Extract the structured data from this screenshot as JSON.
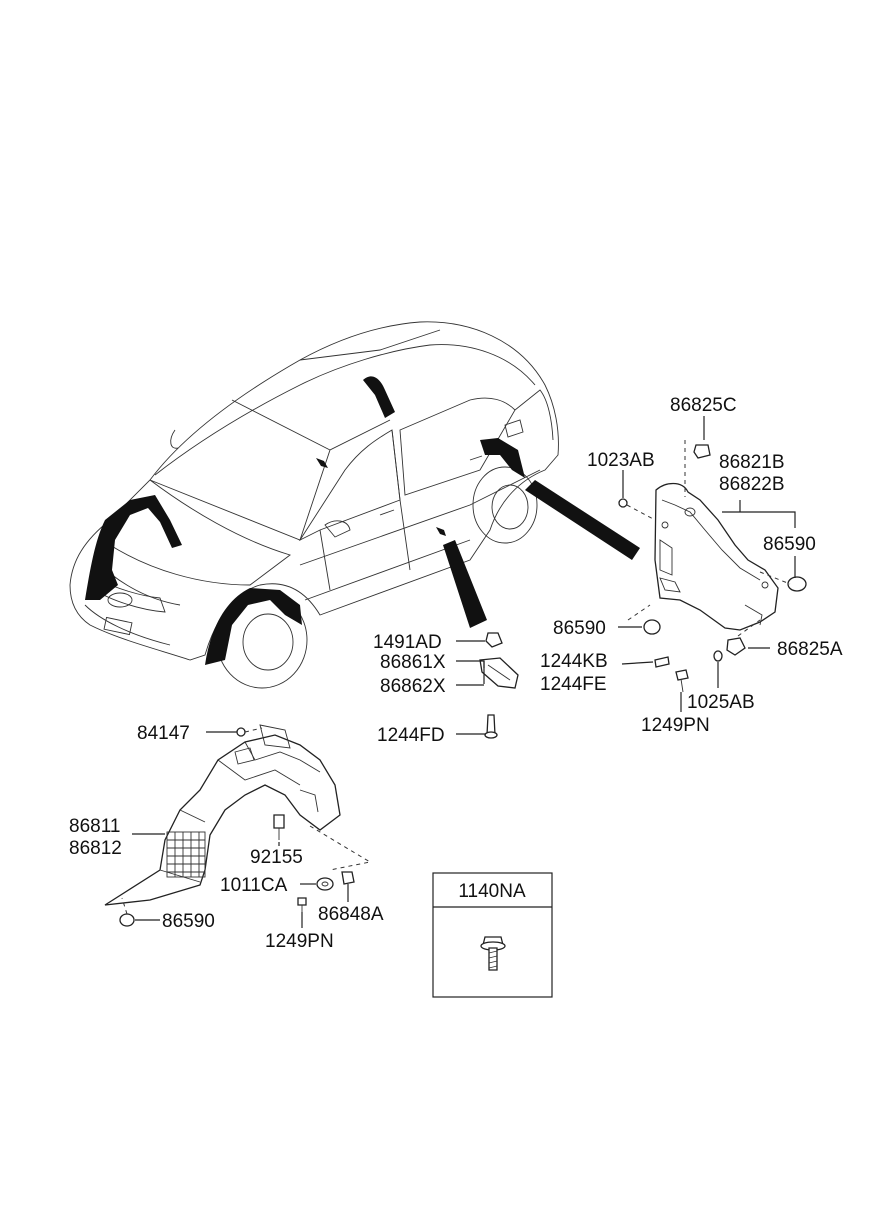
{
  "labels": {
    "p86825C": "86825C",
    "p1023AB": "1023AB",
    "p86821B": "86821B",
    "p86822B": "86822B",
    "p86590_rear_top": "86590",
    "p86590_rear_mid": "86590",
    "p1491AD": "1491AD",
    "p86861X": "86861X",
    "p86862X": "86862X",
    "p1244KB": "1244KB",
    "p1244FE": "1244FE",
    "p86825A": "86825A",
    "p1025AB": "1025AB",
    "p1249PN_rear": "1249PN",
    "p1244FD": "1244FD",
    "p84147": "84147",
    "p86811": "86811",
    "p86812": "86812",
    "p92155": "92155",
    "p1011CA": "1011CA",
    "p86848A": "86848A",
    "p86590_front": "86590",
    "p1249PN_front": "1249PN"
  },
  "legend_box": {
    "part_number": "1140NA",
    "icon": "flange-bolt-icon"
  }
}
